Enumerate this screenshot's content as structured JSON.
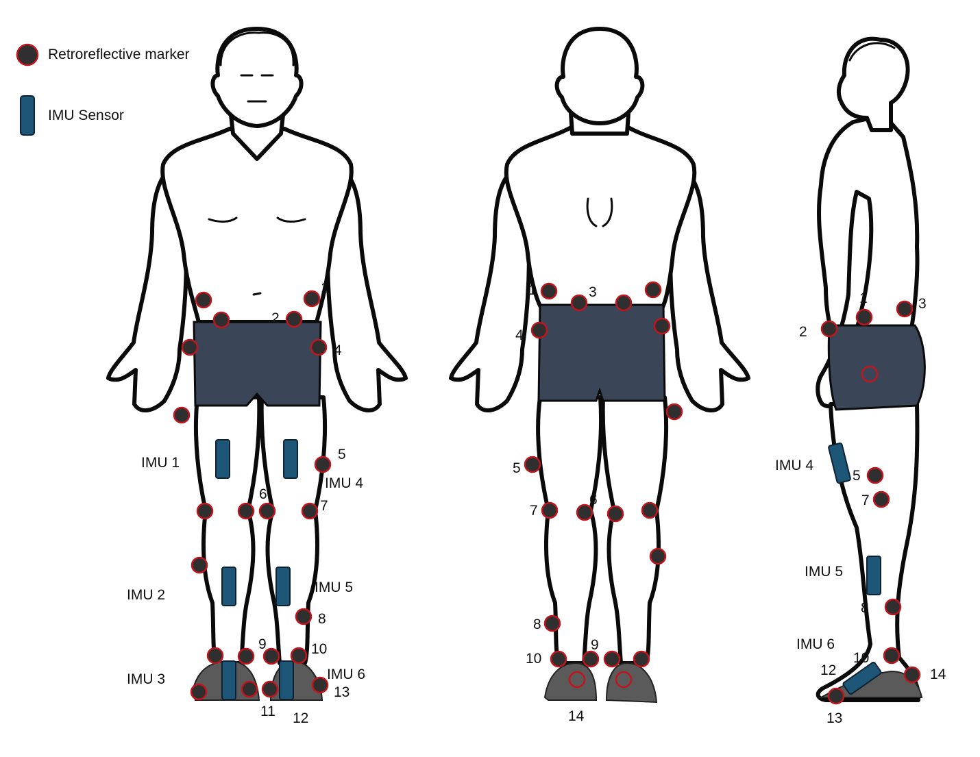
{
  "legend": {
    "marker_label": "Retroreflective marker",
    "imu_label": "IMU Sensor",
    "marker_icon": "marker-icon",
    "imu_icon": "imu-icon"
  },
  "colors": {
    "marker_fill": "#2f2f2f",
    "marker_ring": "#c0151d",
    "imu_fill": "#1d5677",
    "shorts": "#3a4657",
    "outline": "#0a0a0a"
  },
  "front_view": {
    "imu_labels": [
      "IMU 1",
      "IMU 2",
      "IMU 3",
      "IMU 4",
      "IMU 5",
      "IMU 6"
    ],
    "marker_numbers": [
      "1",
      "2",
      "4",
      "5",
      "6",
      "7",
      "8",
      "9",
      "10",
      "11",
      "12",
      "13"
    ]
  },
  "back_view": {
    "marker_numbers": [
      "1",
      "3",
      "4",
      "5",
      "6",
      "7",
      "8",
      "9",
      "10",
      "14"
    ]
  },
  "side_view": {
    "imu_labels": [
      "IMU 4",
      "IMU 5",
      "IMU 6"
    ],
    "marker_numbers": [
      "1",
      "2",
      "3",
      "5",
      "7",
      "8",
      "10",
      "12",
      "13",
      "14"
    ]
  }
}
